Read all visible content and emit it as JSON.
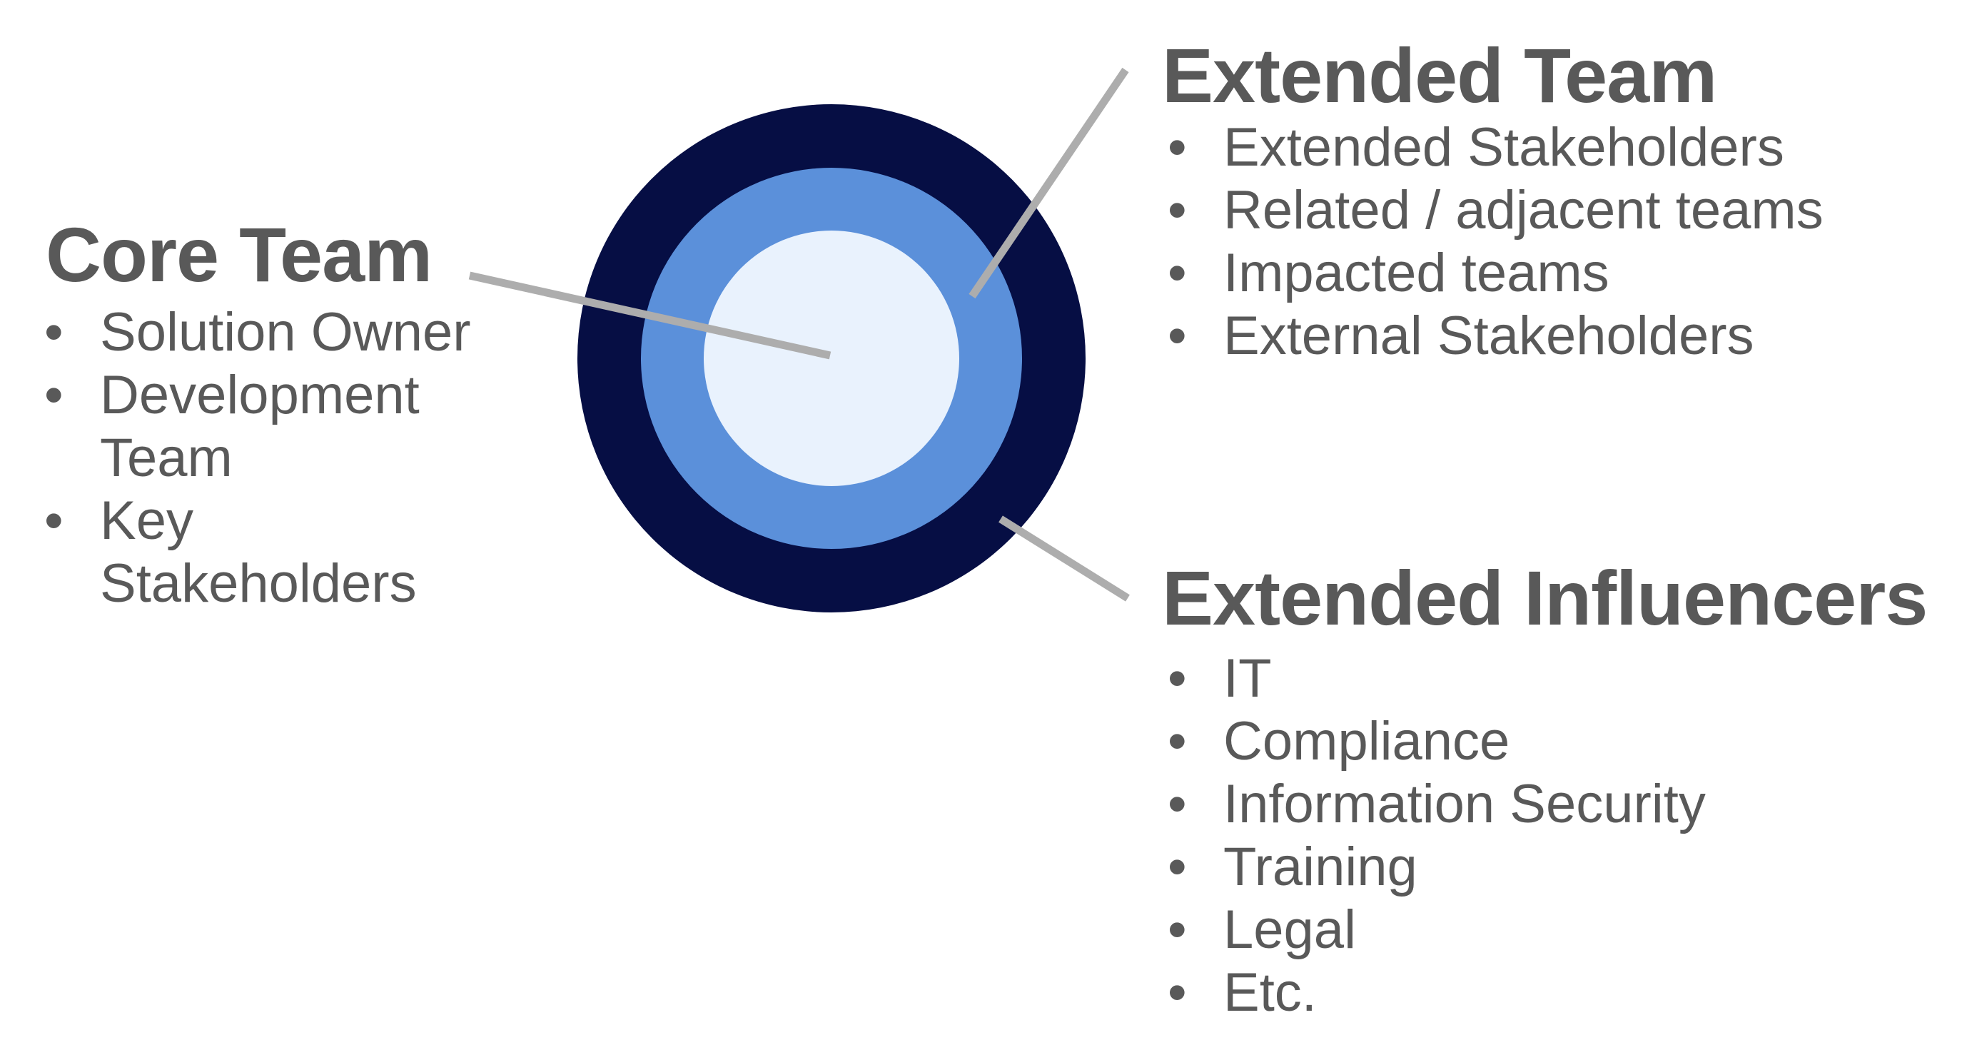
{
  "ui": {
    "bullet": "•"
  },
  "colors": {
    "outer_ring": "#060e44",
    "middle_ring": "#5b90da",
    "inner_circle": "#e9f2fd",
    "connector": "#adadad",
    "text": "#595959"
  },
  "groups": {
    "core_team": {
      "heading": "Core Team",
      "items": [
        "Solution Owner",
        "Development Team",
        "Key Stakeholders"
      ]
    },
    "extended_team": {
      "heading": "Extended Team",
      "items": [
        "Extended Stakeholders",
        "Related / adjacent teams",
        "Impacted teams",
        "External Stakeholders"
      ]
    },
    "extended_influencers": {
      "heading": "Extended Influencers",
      "items": [
        "IT",
        "Compliance",
        "Information Security",
        "Training",
        "Legal",
        "Etc."
      ]
    }
  }
}
